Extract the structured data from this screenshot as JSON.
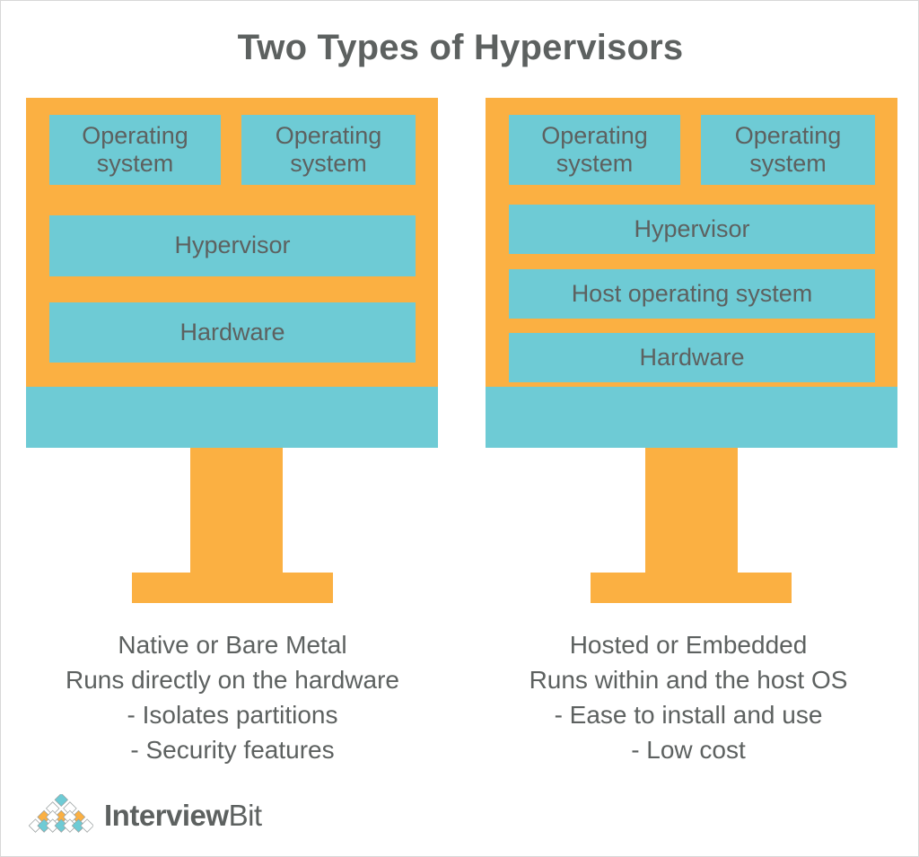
{
  "page": {
    "title": "Two Types of Hypervisors",
    "background_color": "#ffffff"
  },
  "colors": {
    "orange": "#fbb042",
    "teal": "#6ecbd5",
    "text_grey": "#5d6160",
    "white": "#ffffff"
  },
  "diagram": {
    "type": "comparison",
    "columns": [
      {
        "id": "type-1",
        "stack_rows": [
          {
            "kind": "pair",
            "cells": [
              "Operating system",
              "Operating system"
            ]
          },
          {
            "kind": "full",
            "cells": [
              "Hypervisor"
            ]
          },
          {
            "kind": "full",
            "cells": [
              "Hardware"
            ]
          }
        ],
        "caption_lines": [
          "Native or Bare Metal",
          "Runs directly on the hardware",
          "- Isolates partitions",
          "- Security features"
        ]
      },
      {
        "id": "type-2",
        "stack_rows": [
          {
            "kind": "pair",
            "cells": [
              "Operating system",
              "Operating system"
            ]
          },
          {
            "kind": "full",
            "cells": [
              "Hypervisor"
            ]
          },
          {
            "kind": "full",
            "cells": [
              "Host operating system"
            ]
          },
          {
            "kind": "full",
            "cells": [
              "Hardware"
            ]
          }
        ],
        "caption_lines": [
          "Hosted or Embedded",
          "Runs within and the host OS",
          "- Ease to install and use",
          "- Low cost"
        ]
      }
    ]
  },
  "left": {
    "os1": "Operating system",
    "os2": "Operating system",
    "hypervisor": "Hypervisor",
    "hardware": "Hardware",
    "caption": {
      "line1": "Native or Bare Metal",
      "line2": "Runs directly on the hardware",
      "line3": "- Isolates partitions",
      "line4": "- Security features"
    }
  },
  "right": {
    "os1": "Operating system",
    "os2": "Operating system",
    "hypervisor": "Hypervisor",
    "host_os": "Host operating system",
    "hardware": "Hardware",
    "caption": {
      "line1": "Hosted or Embedded",
      "line2": "Runs within and the host OS",
      "line3": "- Ease to install and use",
      "line4": "- Low cost"
    }
  },
  "logo": {
    "mark": "interviewbit-diamonds-icon",
    "text_bold": "Interview",
    "text_light": "Bit"
  }
}
